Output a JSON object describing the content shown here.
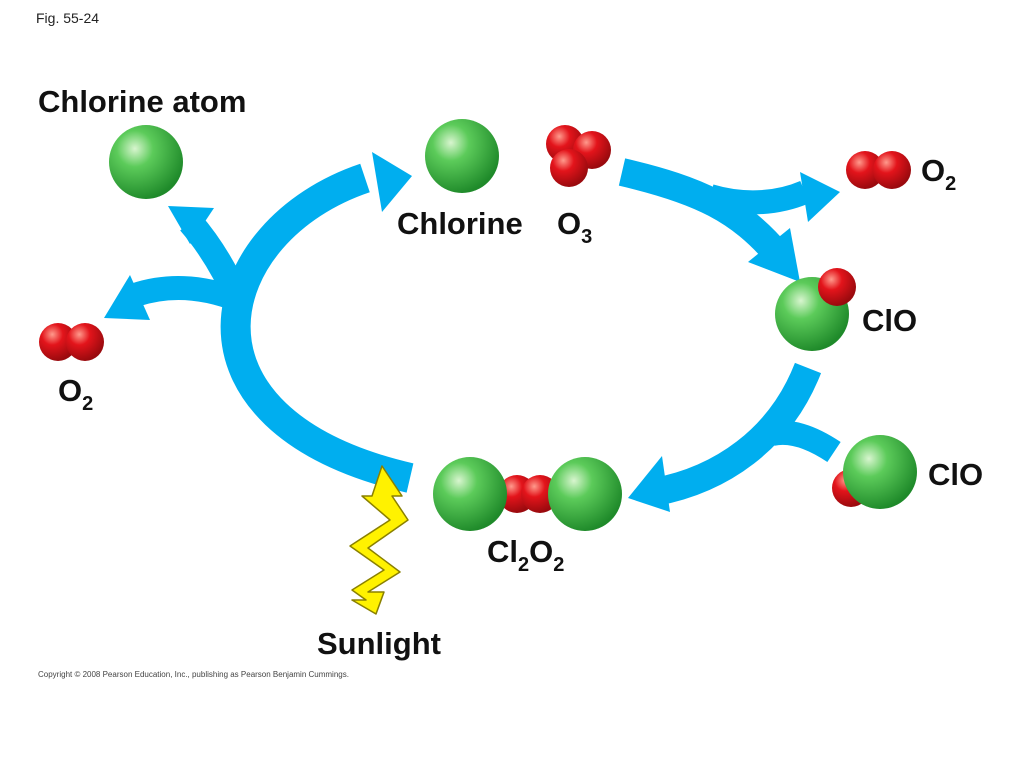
{
  "figure_label": "Fig. 55-24",
  "copyright": "Copyright © 2008 Pearson Education, Inc., publishing as Pearson Benjamin Cummings.",
  "labels": {
    "chlorine_atom": "Chlorine atom",
    "chlorine": "Chlorine",
    "o3": {
      "base": "O",
      "sub": "3"
    },
    "o2_top": {
      "base": "O",
      "sub": "2"
    },
    "o2_left": {
      "base": "O",
      "sub": "2"
    },
    "clo_upper": "ClO",
    "clo_lower": "ClO",
    "cl2o2": {
      "p1": "Cl",
      "s1": "2",
      "p2": "O",
      "s2": "2"
    },
    "sunlight": "Sunlight"
  },
  "colors": {
    "arrow": "#00aeef",
    "chlorine": "#3cb44a",
    "oxygen": "#e3141b",
    "lightning_fill": "#fff200",
    "lightning_stroke": "#8a8000"
  }
}
